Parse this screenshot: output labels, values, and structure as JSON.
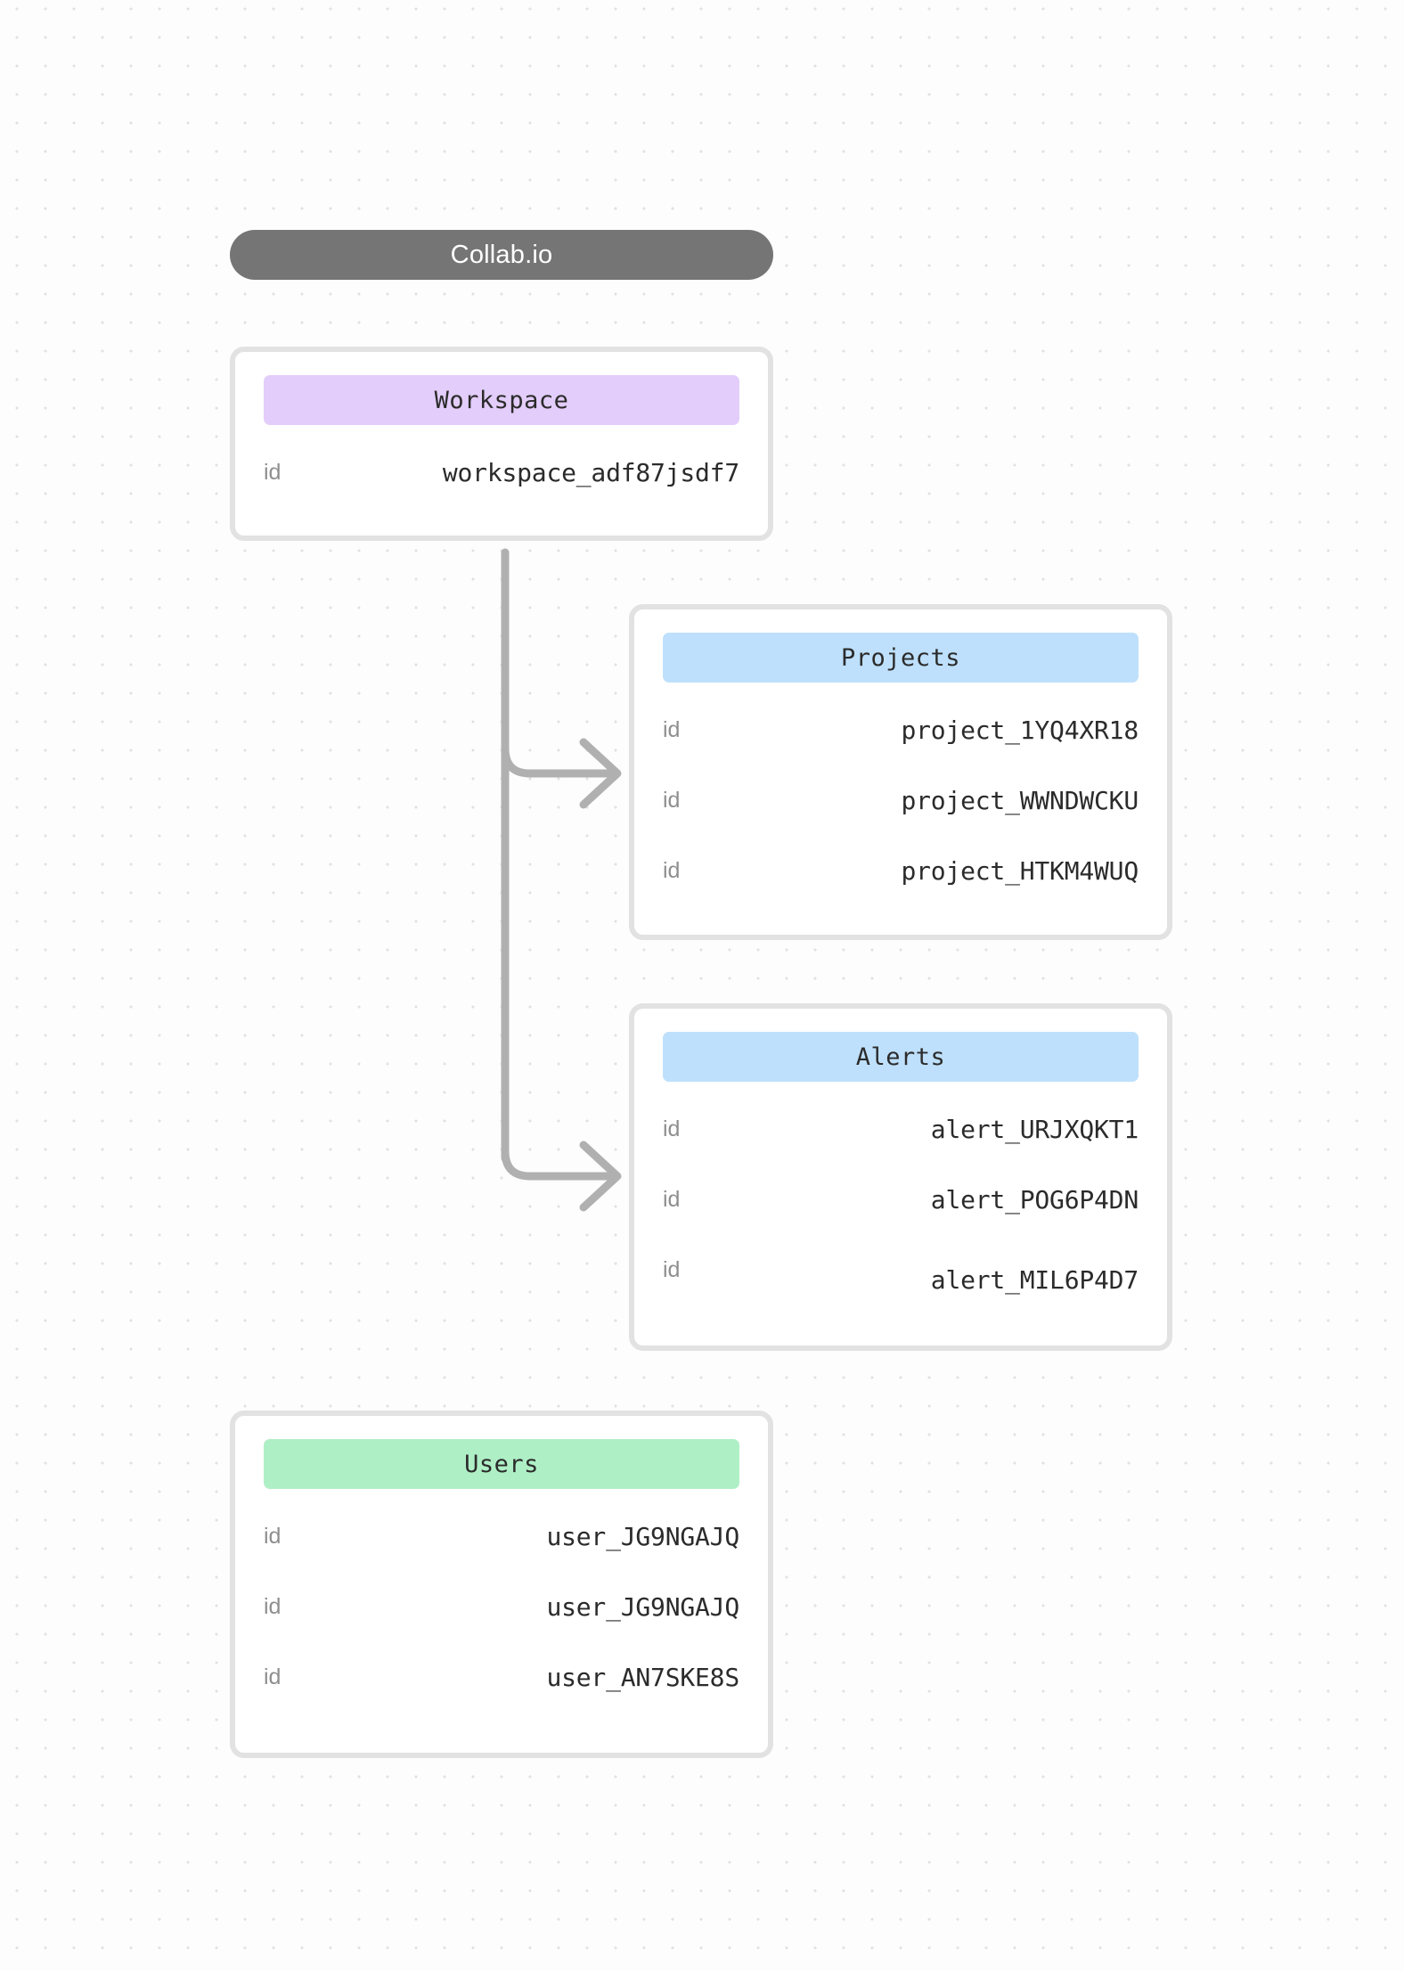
{
  "diagram": {
    "title": "Collab.io",
    "background": "#fdfdfd",
    "dot_color": "#e2e2e2",
    "connector_color": "#b0b0b0",
    "card_border_color": "#e2e2e2"
  },
  "cards": {
    "workspace": {
      "title": "Workspace",
      "header_color": "#e3cdfa",
      "rows": [
        {
          "key": "id",
          "value": "workspace_adf87jsdf7"
        }
      ]
    },
    "projects": {
      "title": "Projects",
      "header_color": "#bee0fc",
      "rows": [
        {
          "key": "id",
          "value": "project_1YQ4XR18"
        },
        {
          "key": "id",
          "value": "project_WWNDWCKU"
        },
        {
          "key": "id",
          "value": "project_HTKM4WUQ"
        }
      ]
    },
    "alerts": {
      "title": "Alerts",
      "header_color": "#bee0fc",
      "rows": [
        {
          "key": "id",
          "value": "alert_URJXQKT1"
        },
        {
          "key": "id",
          "value": "alert_POG6P4DN"
        },
        {
          "key": "id",
          "value": "alert_MIL6P4D7"
        }
      ]
    },
    "users": {
      "title": "Users",
      "header_color": "#afefc6",
      "rows": [
        {
          "key": "id",
          "value": "user_JG9NGAJQ"
        },
        {
          "key": "id",
          "value": "user_JG9NGAJQ"
        },
        {
          "key": "id",
          "value": "user_AN7SKE8S"
        }
      ]
    }
  },
  "connectors": [
    {
      "from": "workspace",
      "to": "projects"
    },
    {
      "from": "workspace",
      "to": "alerts"
    }
  ]
}
